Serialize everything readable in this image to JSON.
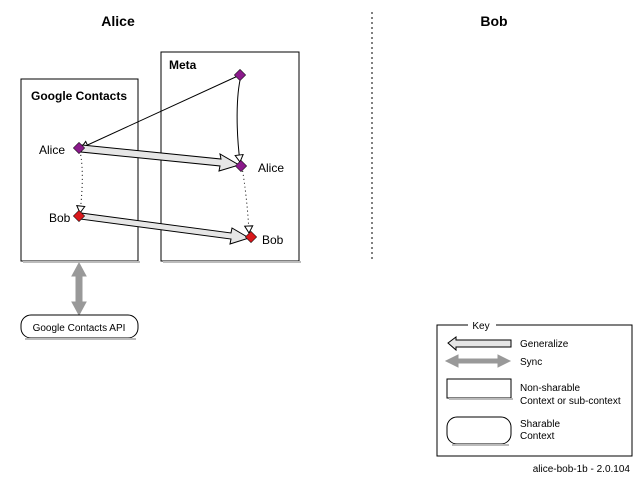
{
  "columns": {
    "left_title": "Alice",
    "right_title": "Bob"
  },
  "contexts": {
    "google_contacts": {
      "title": "Google Contacts",
      "nodes": {
        "alice": "Alice",
        "bob": "Bob"
      }
    },
    "meta": {
      "title": "Meta",
      "nodes": {
        "alice": "Alice",
        "bob": "Bob"
      }
    }
  },
  "api": {
    "label": "Google Contacts API"
  },
  "key": {
    "title": "Key",
    "generalize": "Generalize",
    "sync": "Sync",
    "non_sharable_line1": "Non-sharable",
    "non_sharable_line2": "Context or sub-context",
    "sharable_line1": "Sharable",
    "sharable_line2": "Context"
  },
  "footer": {
    "version": "alice-bob-1b - 2.0.104"
  },
  "colors": {
    "purple_node": "#8b1a8b",
    "red_node": "#d9181c",
    "arrow_fill": "#e6e6e6",
    "sync_gray": "#999999"
  },
  "icons": {
    "generalize": "hollow-arrow-icon",
    "sync": "double-arrow-icon",
    "node": "diamond-icon"
  }
}
